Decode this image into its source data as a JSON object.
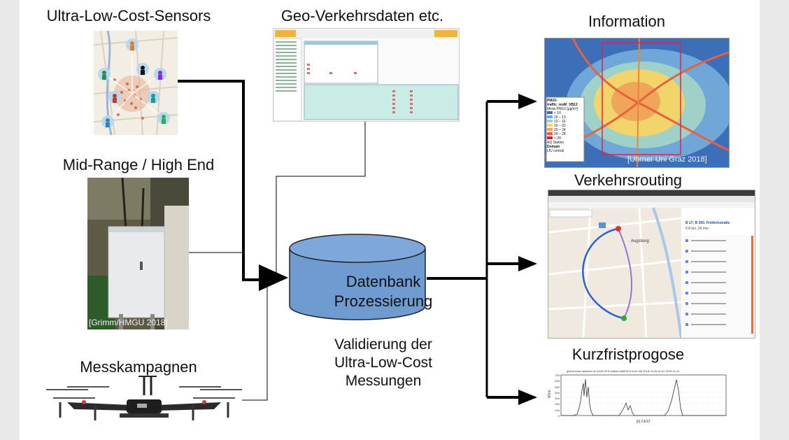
{
  "sources": {
    "ulcs_label": "Ultra-Low-Cost-Sensors",
    "geo_label": "Geo-Verkehrsdaten etc.",
    "midrange_label": "Mid-Range / High End",
    "midrange_credit": "[Grimm/HMGU 2018]",
    "campaigns_label": "Messkampagnen"
  },
  "database": {
    "line1": "Datenbank",
    "line2": "Prozessierung",
    "validation_line1": "Validierung der",
    "validation_line2": "Ultra-Low-Cost",
    "validation_line3": "Messungen"
  },
  "outputs": {
    "information_label": "Information",
    "information_credit": "[Uhrner Uni Graz 2018]",
    "information_legend_title": "PM10-traffic_resM_VB13",
    "information_legend_subtitle": "Mean PM10 [μg/m³]",
    "information_legend_items": [
      "< 10",
      "10 – 13",
      "13 – 16",
      "16 – 20",
      "20 – 24",
      "24 – 28",
      "> 28"
    ],
    "information_legend_extra": "AQ Station",
    "information_legend_domain": "Domain",
    "information_legend_domain_item": "LfU central",
    "routing_label": "Verkehrsrouting",
    "routing_header": "B 17; B 300, Fröttichstraße",
    "routing_meta": "9.8 km, 26 min",
    "routing_map_place": "Augsburg",
    "forecast_label": "Kurzfristprogose",
    "forecast_title": "global solar radiation at KGAI-UFS station MM03A 6 from 9th 2018-10-08 to Do 2018 10-11",
    "forecast_xlabel": "[h] CEST",
    "forecast_ylabel": "W/m²",
    "forecast_yticks": [
      "700",
      "600",
      "500",
      "400",
      "300",
      "200",
      "100",
      "0"
    ]
  },
  "colors": {
    "db_fill": "#6f9bd1",
    "db_stroke": "#222222",
    "arrow": "#000000",
    "thin_line": "#000000"
  }
}
